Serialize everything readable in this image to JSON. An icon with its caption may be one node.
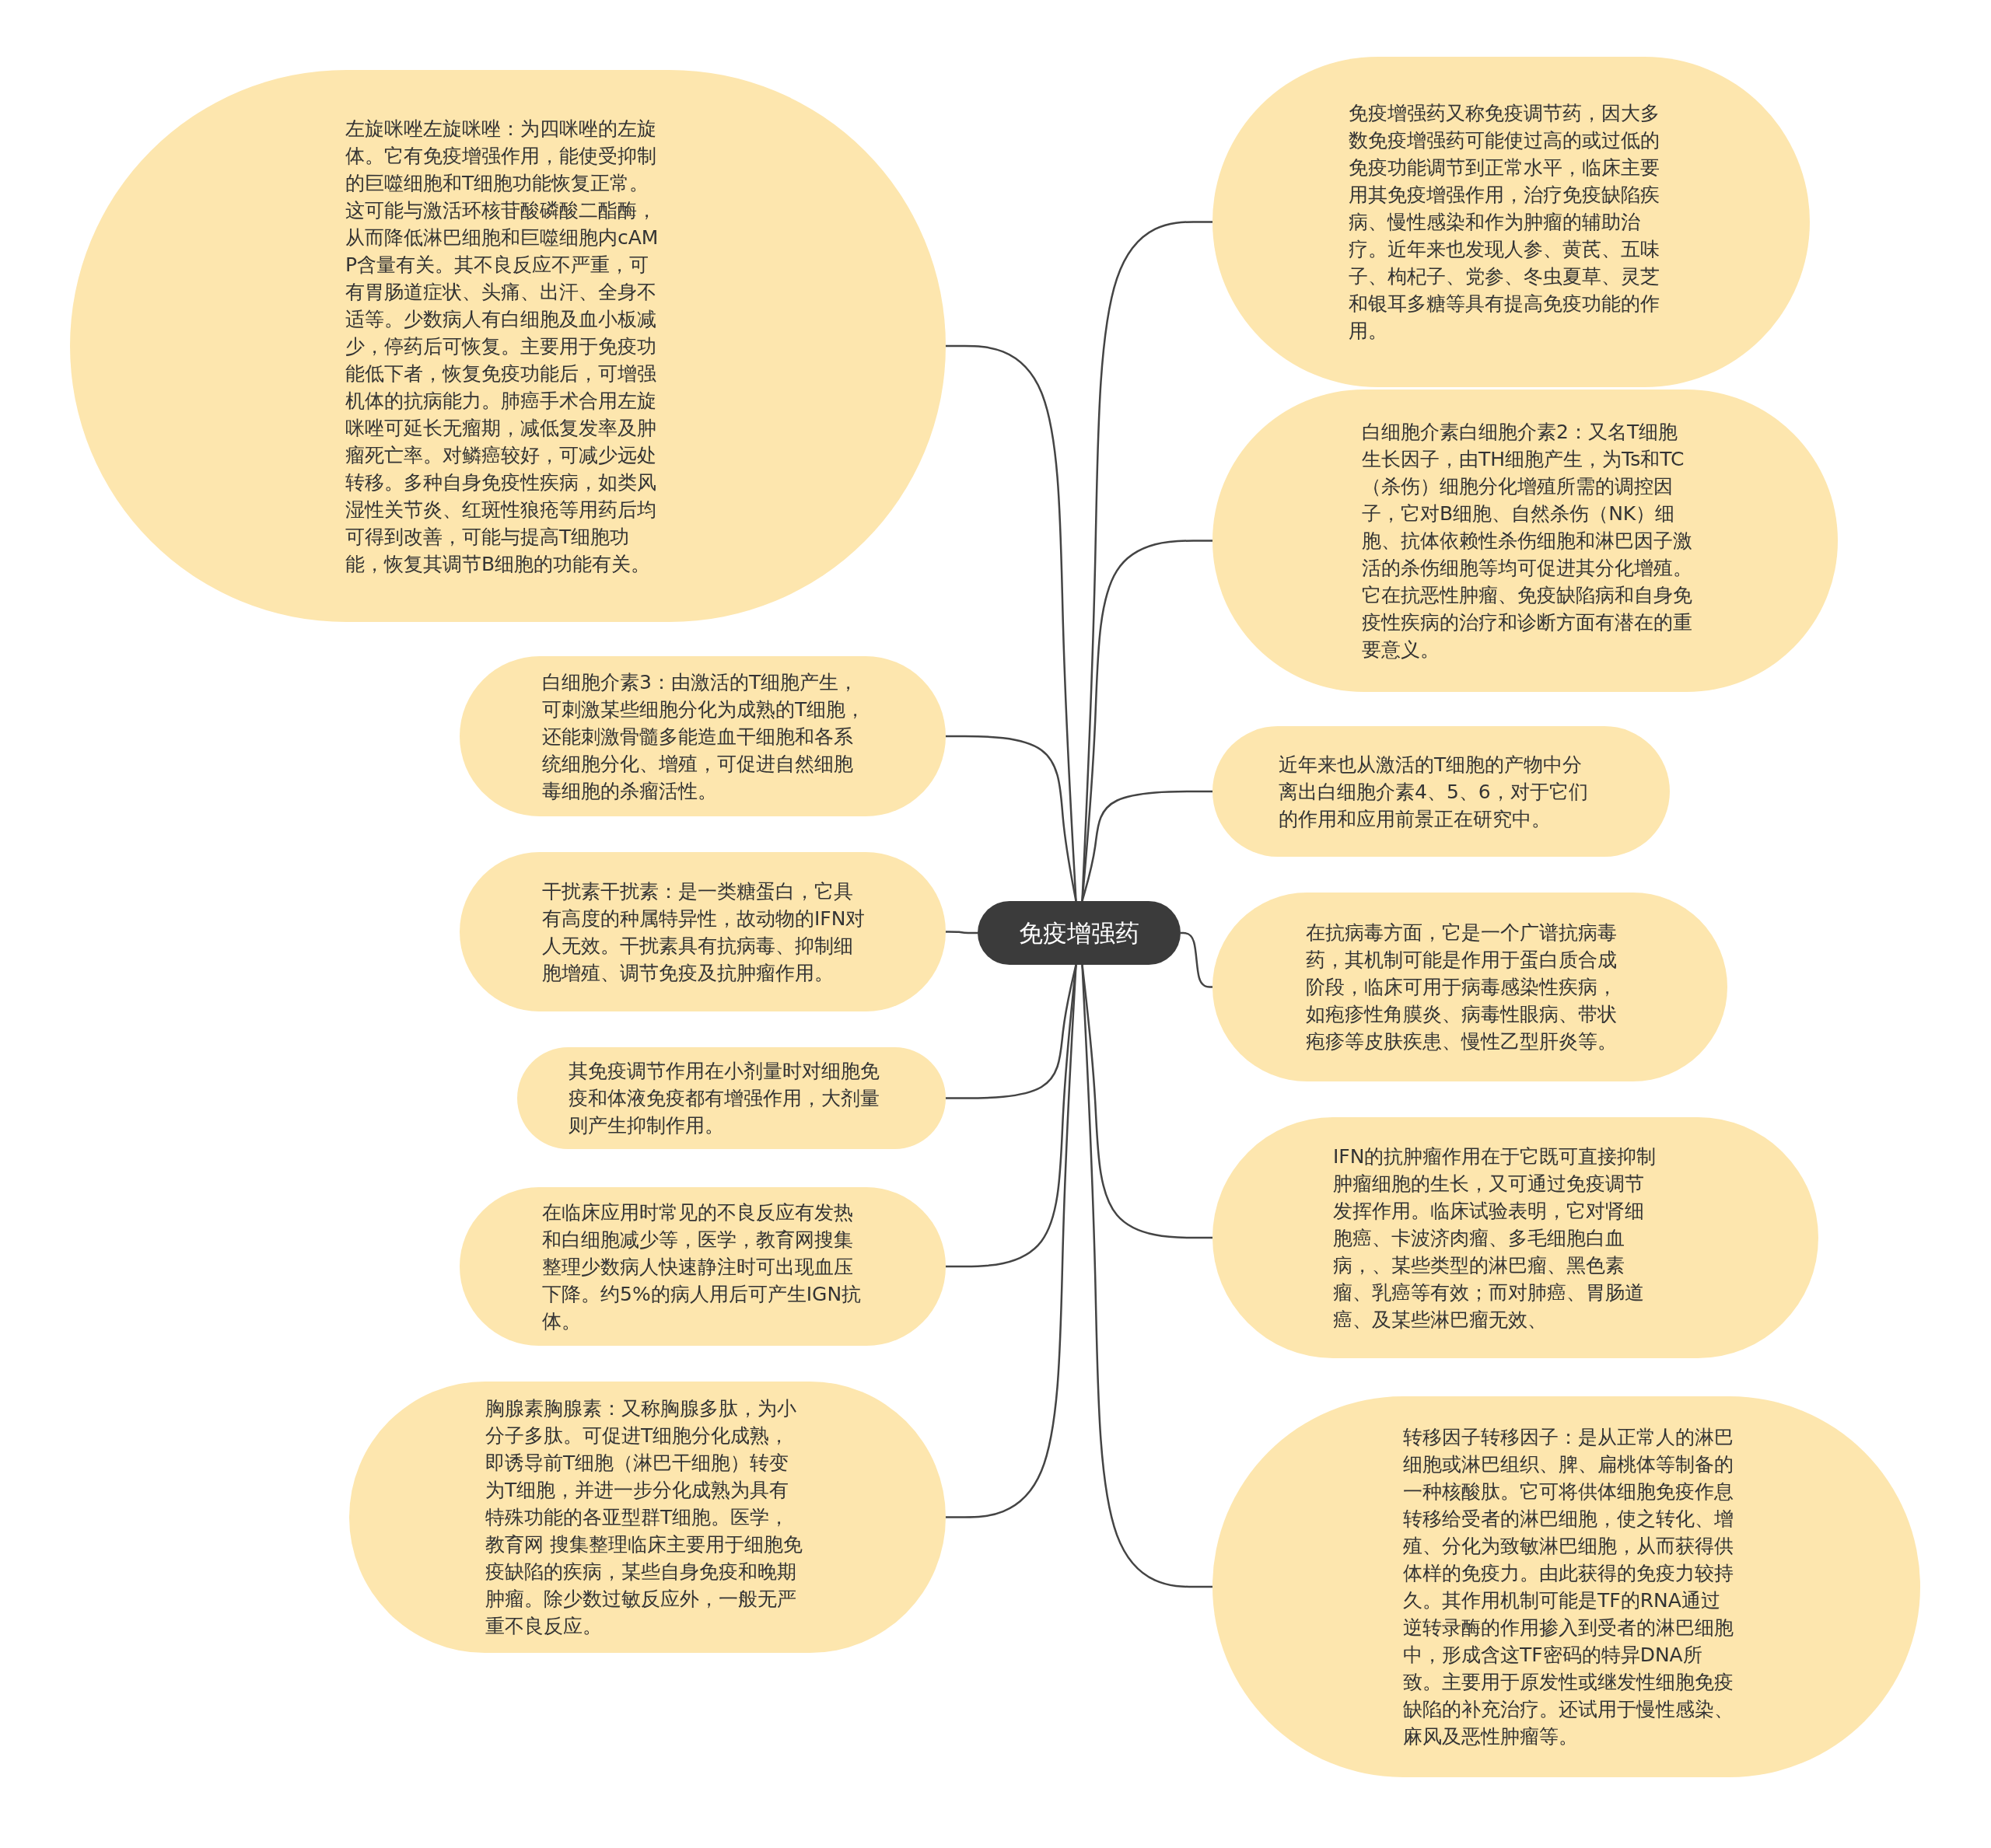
{
  "diagram": {
    "nodes": [
      {
        "text": [
          "免疫增强药"
        ]
      },
      {
        "text": [
          "左旋咪唑左旋咪唑：为四咪唑的左旋体。它有免疫增强作用，能使受抑制的巨噬细胞和T细胞功能恢复正常。这可能与激活环核苷酸磷酸二酯酶，从而降低淋巴细胞和巨噬细胞内cAMP含量有关。其不良反应不严重，可有胃肠道症状、头痛、出汗、全身不适等。少数病人有白细胞及血小板减少，停药后可恢复。主要用于免疫功能低下者，恢复免疫功能后，可增强机体的抗病能力。肺癌手术合用左旋咪唑可延长无瘤期，减低复发率及肿瘤死亡率。对鳞癌较好，可减少远处转移。多种自身免疫性疾病，如类风湿性关节炎、红斑性狼疮等用药后均可得到改善，可能与提高T细胞功能，恢复其调节B细胞的功能有关。"
        ]
      },
      {
        "text": [
          "白细胞介素3：由激活的T细胞产生，可刺激某些细胞分化为成熟的T细胞，还能刺激骨髓多能造血干细胞和各系统细胞分化、增殖，可促进自然细胞毒细胞的杀瘤活性。"
        ]
      },
      {
        "text": [
          "干扰素干扰素：是一类糖蛋白，它具有高度的种属特异性，故动物的IFN对人无效。干扰素具有抗病毒、抑制细胞增殖、调节免疫及抗肿瘤作用。"
        ]
      },
      {
        "text": [
          "其免疫调节作用在小剂量时对细胞免疫和体液免疫都有增强作用，大剂量则产生抑制作用。"
        ]
      },
      {
        "text": [
          "在临床应用时常见的不良反应有发热和白细胞减少等，医学，教育网搜集整理少数病人快速静注时可出现血压下降。约5%的病人用后可产生IGN抗体。"
        ]
      },
      {
        "text": [
          "胸腺素胸腺素：又称胸腺多肽，为小分子多肽。可促进T细胞分化成熟，即诱导前T细胞（淋巴干细胞）转变为T细胞，并进一步分化成熟为具有特殊功能的各亚型群T细胞。医学，教育网 搜集整理临床主要用于细胞免疫缺陷的疾病，某些自身免疫和晚期肿瘤。除少数过敏反应外，一般无严重不良反应。"
        ]
      },
      {
        "text": [
          "免疫增强药又称免疫调节药，因大多数免疫增强药可能使过高的或过低的免疫功能调节到正常水平，临床主要用其免疫增强作用，治疗免疫缺陷疾病、慢性感染和作为肿瘤的辅助治疗。近年来也发现人参、黄芪、五味子、枸杞子、党参、冬虫夏草、灵芝和银耳多糖等具有提高免疫功能的作用。"
        ]
      },
      {
        "text": [
          "白细胞介素白细胞介素2：又名T细胞生长因子，由TH细胞产生，为Ts和TC（杀伤）细胞分化增殖所需的调控因子，它对B细胞、自然杀伤（NK）细胞、抗体依赖性杀伤细胞和淋巴因子激活的杀伤细胞等均可促进其分化增殖。它在抗恶性肿瘤、免疫缺陷病和自身免疫性疾病的治疗和诊断方面有潜在的重要意义。"
        ]
      },
      {
        "text": [
          "近年来也从激活的T细胞的产物中分离出白细胞介素4、5、6，对于它们的作用和应用前景正在研究中。"
        ]
      },
      {
        "text": [
          "在抗病毒方面，它是一个广谱抗病毒药，其机制可能是作用于蛋白质合成阶段，临床可用于病毒感染性疾病，如疱疹性角膜炎、病毒性眼病、带状疱疹等皮肤疾患、慢性乙型肝炎等。"
        ]
      },
      {
        "text": [
          "IFN的抗肿瘤作用在于它既可直接抑制肿瘤细胞的生长，又可通过免疫调节发挥作用。临床试验表明，它对肾细胞癌、卡波济肉瘤、多毛细胞白血病，、某些类型的淋巴瘤、黑色素瘤、乳癌等有效；而对肺癌、胃肠道癌、及某些淋巴瘤无效、"
        ]
      },
      {
        "text": [
          "转移因子转移因子：是从正常人的淋巴细胞或淋巴组织、脾、扁桃体等制备的一种核酸肽。它可将供体细胞免疫作息转移给受者的淋巴细胞，使之转化、增殖、分化为致敏淋巴细胞，从而获得供体样的免疫力。由此获得的免疫力较持久。其作用机制可能是TF的RNA通过逆转录酶的作用掺入到受者的淋巴细胞中，形成含这TF密码的特异DNA所致。主要用于原发性或继发性细胞免疫缺陷的补充治疗。还试用于慢性感染、麻风及恶性肿瘤等。"
        ]
      }
    ],
    "edges": [
      {
        "from": 0,
        "to": 1,
        "arrow": "none"
      },
      {
        "from": 0,
        "to": 2,
        "arrow": "none"
      },
      {
        "from": 0,
        "to": 3,
        "arrow": "none"
      },
      {
        "from": 0,
        "to": 4,
        "arrow": "none"
      },
      {
        "from": 0,
        "to": 5,
        "arrow": "none"
      },
      {
        "from": 0,
        "to": 6,
        "arrow": "none"
      },
      {
        "from": 0,
        "to": 7,
        "arrow": "none"
      },
      {
        "from": 0,
        "to": 8,
        "arrow": "none"
      },
      {
        "from": 0,
        "to": 9,
        "arrow": "none"
      },
      {
        "from": 0,
        "to": 10,
        "arrow": "none"
      },
      {
        "from": 0,
        "to": 11,
        "arrow": "none"
      },
      {
        "from": 0,
        "to": 12,
        "arrow": "none"
      }
    ]
  }
}
